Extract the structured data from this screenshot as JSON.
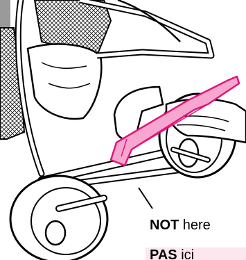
{
  "labels": {
    "en_bold": "NOT",
    "en_rest": " here",
    "fr_bold": "PAS",
    "fr_rest": " ici"
  },
  "colors": {
    "accent": "#e0157a",
    "accent_fill": "#f7a7cf",
    "ink": "#000000",
    "page_tab": "#9a9a9a"
  }
}
